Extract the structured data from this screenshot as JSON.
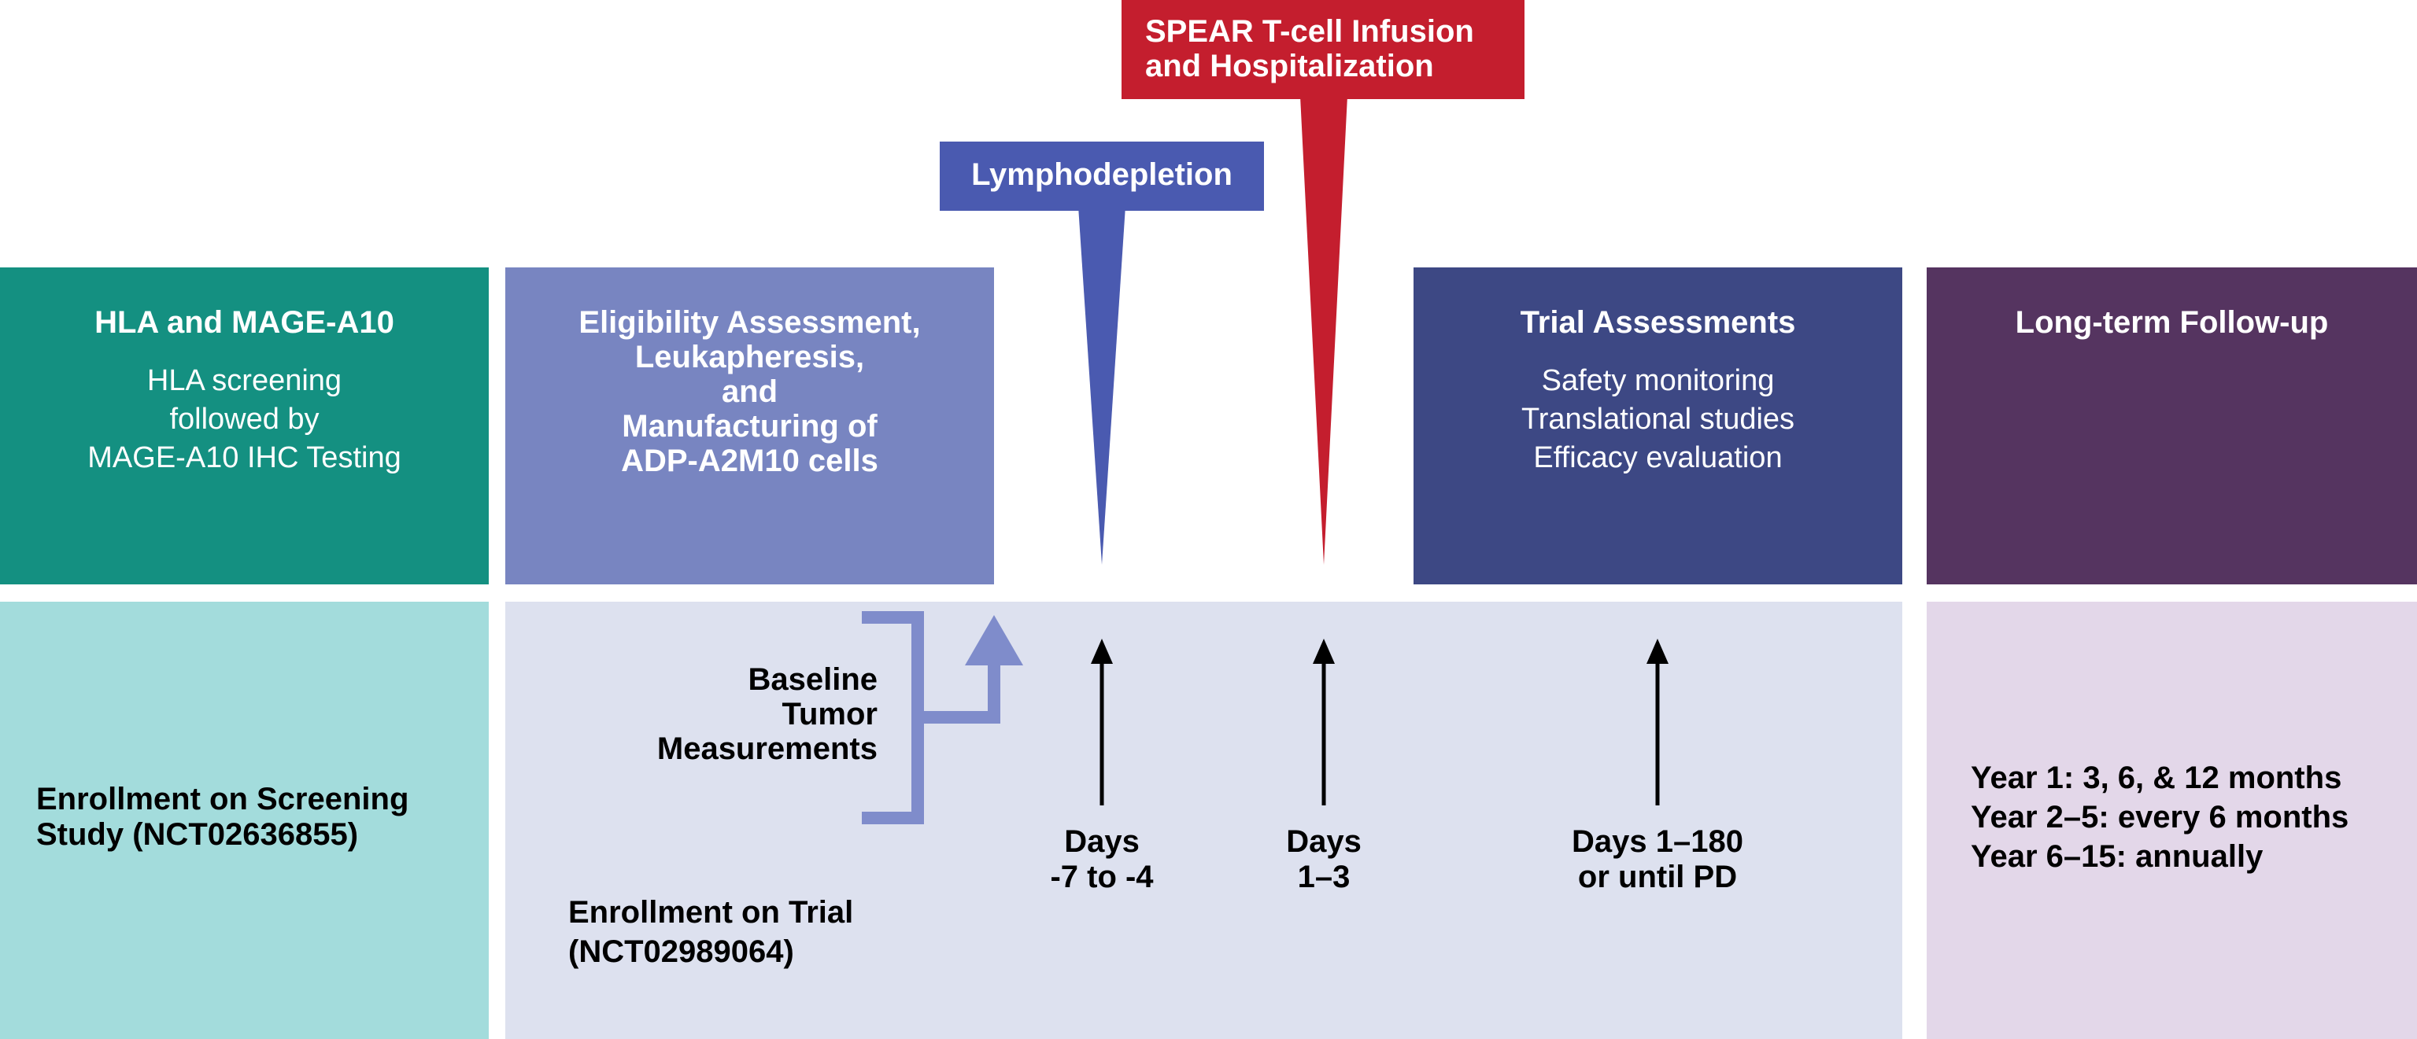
{
  "colors": {
    "teal": "#149081",
    "teal_light": "#a3dcdc",
    "periwinkle": "#7885c1",
    "lavender_light": "#dde1ef",
    "navy": "#3d4884",
    "plum": "#553460",
    "plum_light": "#e3d7e9",
    "spear_red": "#c41e2e",
    "lympho_blue": "#4a5ab0",
    "bracket_blue": "#7f8ccb"
  },
  "top_row": {
    "hla": {
      "title": "HLA and MAGE-A10",
      "lines": [
        "HLA screening",
        "followed by",
        "MAGE-A10 IHC Testing"
      ]
    },
    "eligibility": {
      "title_lines": [
        "Eligibility Assessment,",
        "Leukapheresis,",
        "and",
        "Manufacturing of",
        "ADP-A2M10 cells"
      ]
    },
    "trial": {
      "title": "Trial Assessments",
      "lines": [
        "Safety monitoring",
        "Translational studies",
        "Efficacy evaluation"
      ]
    },
    "followup": {
      "title": "Long-term Follow-up"
    }
  },
  "callouts": {
    "lymphodepletion": "Lymphodepletion",
    "spear_lines": [
      "SPEAR T-cell Infusion",
      "and Hospitalization"
    ]
  },
  "bottom_row": {
    "screening_enrollment": [
      "Enrollment on Screening",
      "Study (NCT02636855)"
    ],
    "baseline": [
      "Baseline",
      "Tumor",
      "Measurements"
    ],
    "trial_enrollment": [
      "Enrollment on Trial",
      "(NCT02989064)"
    ],
    "days_lympho": [
      "Days",
      "-7 to -4"
    ],
    "days_infusion": [
      "Days",
      "1–3"
    ],
    "days_assess": [
      "Days 1–180",
      "or until PD"
    ],
    "followup_schedule": [
      "Year 1: 3, 6, & 12 months",
      "Year 2–5: every 6 months",
      "Year 6–15: annually"
    ]
  }
}
